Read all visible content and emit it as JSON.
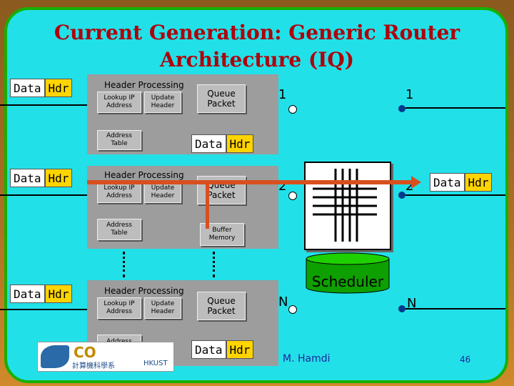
{
  "title": {
    "line1": "Current Generation: Generic Router",
    "line2": "Architecture (IQ)"
  },
  "packet": {
    "data": "Data",
    "hdr": "Hdr"
  },
  "port_block": {
    "header_processing": "Header Processing",
    "lookup": "Lookup IP Address",
    "update": "Update Header",
    "address_table": "Address Table",
    "queue": "Queue Packet"
  },
  "buffer_memory": "Buffer Memory",
  "scheduler": "Scheduler",
  "ports": {
    "one": "1",
    "two": "2",
    "n": "N"
  },
  "footer": {
    "author": "M. Hamdi",
    "page": "46",
    "logo_text": "計算機科學系",
    "hkust": "HKUST"
  }
}
